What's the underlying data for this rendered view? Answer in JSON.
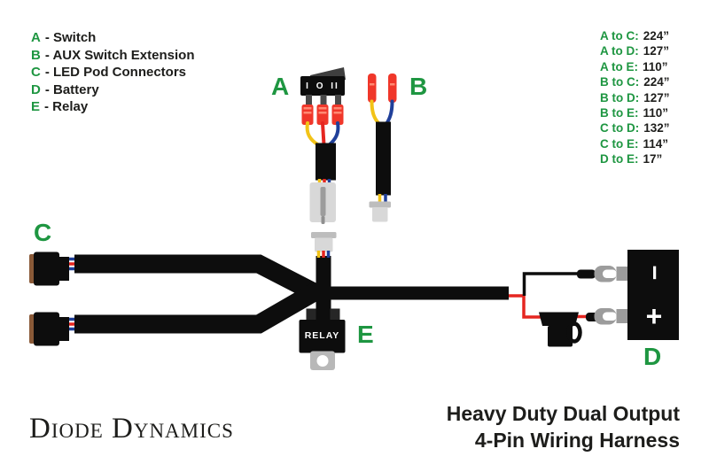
{
  "colors": {
    "green": "#1E9641",
    "ink": "#1D1D1B",
    "cable": "#0D0D0D",
    "wire_yellow": "#F2C318",
    "wire_red": "#E52620",
    "wire_blue": "#20409A",
    "connector_red": "#F0372A",
    "connector_red_light": "#FF8A73",
    "plastic_light": "#D8D8D8",
    "plastic_mid": "#BDBDBD",
    "metal_gray": "#9C9C9C",
    "pin_gray": "#8F8F8F",
    "tab_gray": "#B8B8B8",
    "brown": "#8A5A38",
    "switch_dark": "#3F3F3F",
    "pin_dark": "#4A4A4A",
    "relay_dark": "#262626"
  },
  "legend": {
    "items": [
      {
        "letter": "A",
        "label": "- Switch"
      },
      {
        "letter": "B",
        "label": "- AUX Switch Extension"
      },
      {
        "letter": "C",
        "label": "- LED Pod Connectors"
      },
      {
        "letter": "D",
        "label": "- Battery"
      },
      {
        "letter": "E",
        "label": "- Relay"
      }
    ]
  },
  "measurements": {
    "items": [
      {
        "pair": "A to C:",
        "value": "224”"
      },
      {
        "pair": "A to D:",
        "value": "127”"
      },
      {
        "pair": "A to E:",
        "value": "110”"
      },
      {
        "pair": "B to C:",
        "value": "224”"
      },
      {
        "pair": "B to D:",
        "value": "127”"
      },
      {
        "pair": "B to E:",
        "value": "110”"
      },
      {
        "pair": "C to D:",
        "value": "132”"
      },
      {
        "pair": "C to E:",
        "value": "114”"
      },
      {
        "pair": "D to E:",
        "value": "17”"
      }
    ]
  },
  "diagram": {
    "labels": {
      "switch": "A",
      "aux": "B",
      "pods": "C",
      "battery": "D",
      "relay": "E"
    },
    "switch_positions": "I O II",
    "relay_text": "RELAY",
    "battery": {
      "negative": "−",
      "positive": "+"
    }
  },
  "footer": {
    "logo": "Diode Dynamics",
    "title_line1": "Heavy Duty Dual Output",
    "title_line2": "4-Pin Wiring Harness"
  }
}
